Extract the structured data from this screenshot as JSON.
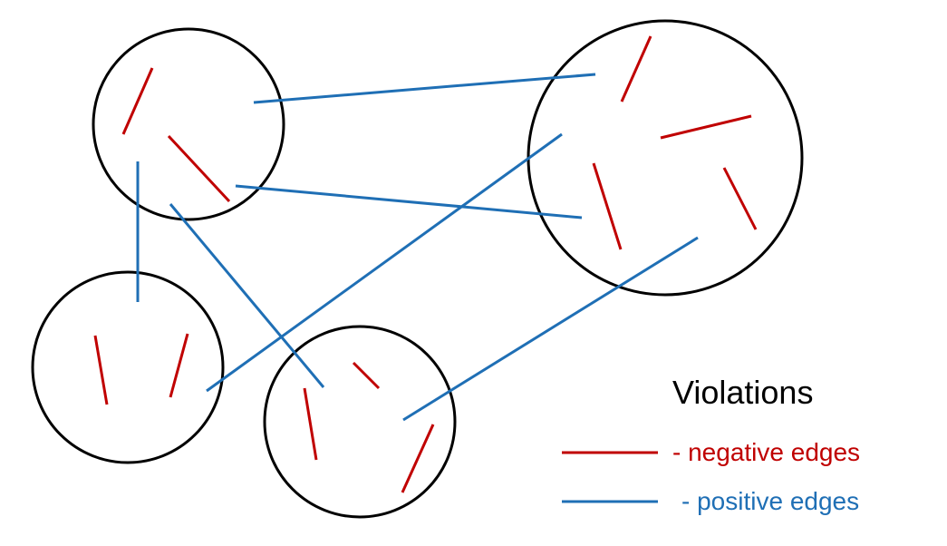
{
  "colors": {
    "negative": "#c00000",
    "positive": "#1f6fb5",
    "cluster": "#000000"
  },
  "legend": {
    "title": "Violations",
    "negative_label": "- negative edges",
    "positive_label": "- positive edges"
  },
  "diagram": {
    "clusters": [
      {
        "id": "top-left"
      },
      {
        "id": "top-right"
      },
      {
        "id": "bottom-left"
      },
      {
        "id": "bottom-middle"
      }
    ],
    "negative_edge_count": 11,
    "positive_edge_count": 6
  }
}
